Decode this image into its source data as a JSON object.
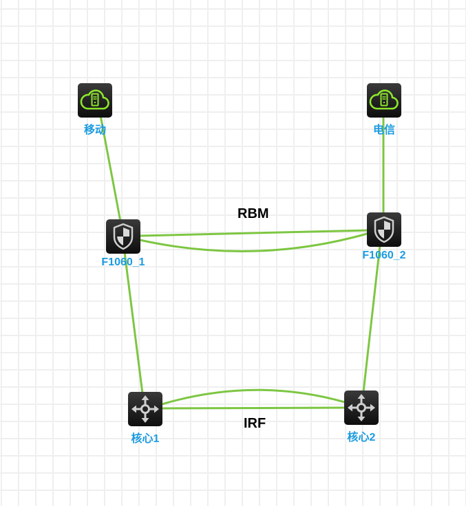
{
  "diagram": {
    "link_color": "#7dc642",
    "label_color": "#1a9be0",
    "nodes": [
      {
        "id": "yidong",
        "label": "移动",
        "type": "cloud-server"
      },
      {
        "id": "dianxin",
        "label": "电信",
        "type": "cloud-server"
      },
      {
        "id": "f1060_1",
        "label": "F1060_1",
        "type": "firewall"
      },
      {
        "id": "f1060_2",
        "label": "F1060_2",
        "type": "firewall"
      },
      {
        "id": "core1",
        "label": "核心1",
        "type": "core-switch"
      },
      {
        "id": "core2",
        "label": "核心2",
        "type": "core-switch"
      }
    ],
    "links": [
      {
        "from": "移动",
        "to": "F1060_1"
      },
      {
        "from": "电信",
        "to": "F1060_2"
      },
      {
        "from": "F1060_1",
        "to": "F1060_2",
        "label": "RBM"
      },
      {
        "from": "F1060_1",
        "to": "F1060_2",
        "label": "RBM"
      },
      {
        "from": "F1060_1",
        "to": "核心1"
      },
      {
        "from": "F1060_2",
        "to": "核心2"
      },
      {
        "from": "核心1",
        "to": "核心2",
        "label": "IRF"
      },
      {
        "from": "核心1",
        "to": "核心2",
        "label": "IRF"
      }
    ],
    "link_labels": {
      "rbm": "RBM",
      "irf": "IRF"
    }
  }
}
